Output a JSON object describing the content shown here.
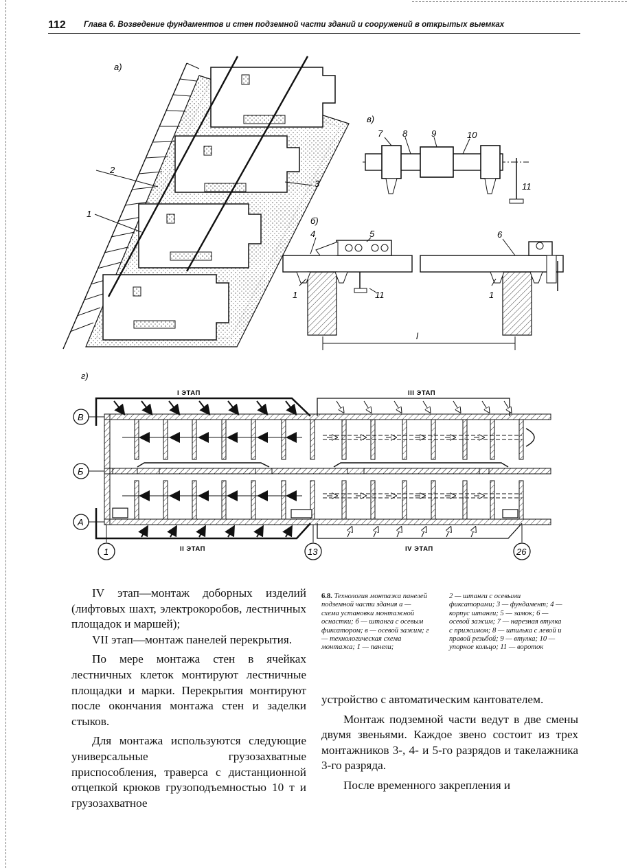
{
  "header": {
    "page_number": "112",
    "chapter_title": "Глава 6. Возведение фундаментов и стен подземной части зданий и сооружений в открытых выемках"
  },
  "figure": {
    "panel_labels": {
      "a": "а)",
      "b": "б)",
      "v": "в)",
      "g": "г)"
    },
    "callouts_a": [
      "1",
      "2",
      "3"
    ],
    "callouts_v": [
      "7",
      "8",
      "9",
      "10",
      "11"
    ],
    "callouts_b": [
      "4",
      "5",
      "6",
      "1",
      "11",
      "1"
    ],
    "span_label": "l",
    "axes": [
      "В",
      "Б",
      "А"
    ],
    "stages": {
      "s1": "I ЭТАП",
      "s2": "II ЭТАП",
      "s3": "III ЭТАП",
      "s4": "IV ЭТАП"
    },
    "bottom_markers": [
      "1",
      "13",
      "26"
    ]
  },
  "left_column": [
    "IV этап—монтаж доборных изделий (лифтовых шахт, электрокоробов, лестничных площадок и маршей);",
    "VII этап—монтаж панелей перекрытия.",
    "По мере монтажа стен в ячейках лестничных клеток монтируют лестничные площадки и марки. Перекрытия монтируют после окончания монтажа стен и заделки стыков.",
    "Для монтажа используются следующие универсальные грузозахватные приспособления, траверса с дистанционной отцепкой крюков грузоподъемностью 10 т и грузозахватное"
  ],
  "caption": {
    "number": "6.8.",
    "left": "Технология монтажа панелей подземной части здания а — схема установки монтажной оснастки; б — штанга с осевым фиксатором; в — осевой зажим; г — технологическая схема монтажа; 1 — панели;",
    "right": "2 — штанги с осевыми фиксаторами; 3 — фундамент; 4 — корпус штанги; 5 — замок; 6 — осевой зажим; 7 — нарезная втулка с прижимом; 8 — шпилька с левой и правой резьбой; 9 — втулка; 10 — упорное кольцо; 11 — вороток"
  },
  "right_column": [
    "устройство с автоматическим кантователем.",
    "Монтаж подземной части ведут в две смены двумя звеньями. Каждое звено состоит из трех монтажников 3-, 4- и 5-го разрядов и такелажника 3-го разряда.",
    "После временного закрепления и"
  ]
}
